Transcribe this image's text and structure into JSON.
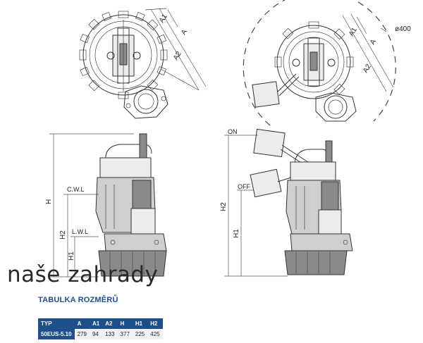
{
  "labels": {
    "dim_a": "A",
    "dim_a1": "A1",
    "dim_a2": "A2",
    "dim_h": "H",
    "dim_h1": "H1",
    "dim_h2": "H2",
    "cwl": "C.W.L",
    "lwl": "L.W.L",
    "on": "ON",
    "off": "OFF",
    "diameter": "ø400"
  },
  "watermark": "naše zahrady",
  "table": {
    "title": "TABULKA ROZMĚRŮ",
    "headers": [
      "TYP",
      "A",
      "A1",
      "A2",
      "H",
      "H1",
      "H2"
    ],
    "rows": [
      [
        "50EUS-5.10",
        "279",
        "94",
        "133",
        "377",
        "225",
        "425"
      ]
    ]
  }
}
